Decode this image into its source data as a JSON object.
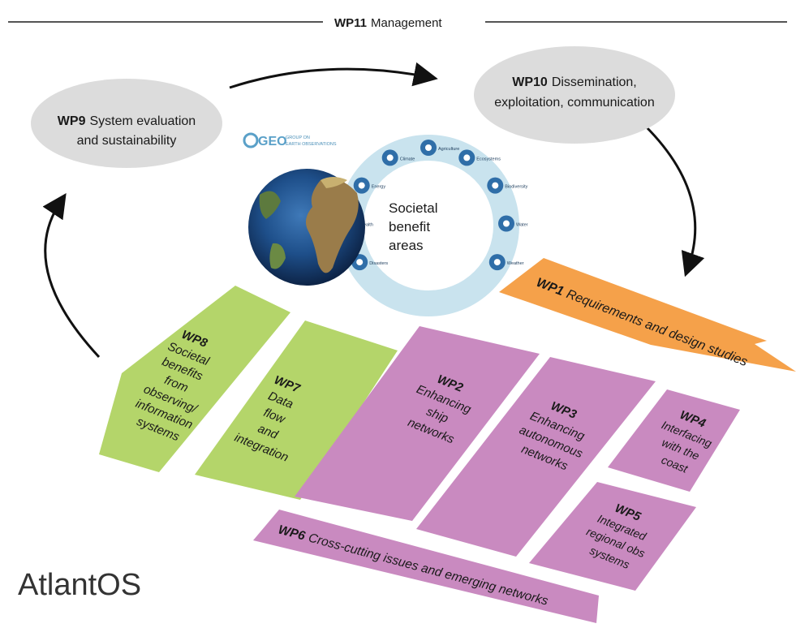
{
  "management": {
    "code": "WP11",
    "label": "Management"
  },
  "wp9": {
    "code": "WP9",
    "line1": "System evaluation",
    "line2": "and sustainability"
  },
  "wp10": {
    "code": "WP10",
    "line1": "Dissemination,",
    "line2": "exploitation, communication"
  },
  "geo": {
    "logo": "GEO",
    "line1": "GROUP ON",
    "line2": "EARTH OBSERVATIONS"
  },
  "sba": {
    "line1": "Societal",
    "line2": "benefit",
    "line3": "areas",
    "items": [
      "Disasters",
      "Health",
      "Energy",
      "Climate",
      "Agriculture",
      "Ecosystems",
      "Biodiversity",
      "Water",
      "Weather"
    ]
  },
  "wp1": {
    "code": "WP1",
    "label": "Requirements and design studies"
  },
  "wp8": {
    "code": "WP8",
    "lines": [
      "Societal",
      "benefits",
      "from",
      "observing/",
      "information",
      "systems"
    ]
  },
  "wp7": {
    "code": "WP7",
    "lines": [
      "Data",
      "flow",
      "and",
      "integration"
    ]
  },
  "wp2": {
    "code": "WP2",
    "lines": [
      "Enhancing",
      "ship",
      "networks"
    ]
  },
  "wp3": {
    "code": "WP3",
    "lines": [
      "Enhancing",
      "autonomous",
      "networks"
    ]
  },
  "wp4": {
    "code": "WP4",
    "lines": [
      "Interfacing",
      "with the",
      "coast"
    ]
  },
  "wp5": {
    "code": "WP5",
    "lines": [
      "Integrated",
      "regional obs",
      "systems"
    ]
  },
  "wp6": {
    "code": "WP6",
    "label": "Cross-cutting issues and emerging networks"
  },
  "brand": "AtlantOS",
  "colors": {
    "green": "#b4d56a",
    "purple": "#c98ac0",
    "orange": "#f5a14a",
    "grey_ellipse": "#dcdcdc",
    "ring": "#c9e3ee",
    "icon": "#2f6ea8"
  }
}
